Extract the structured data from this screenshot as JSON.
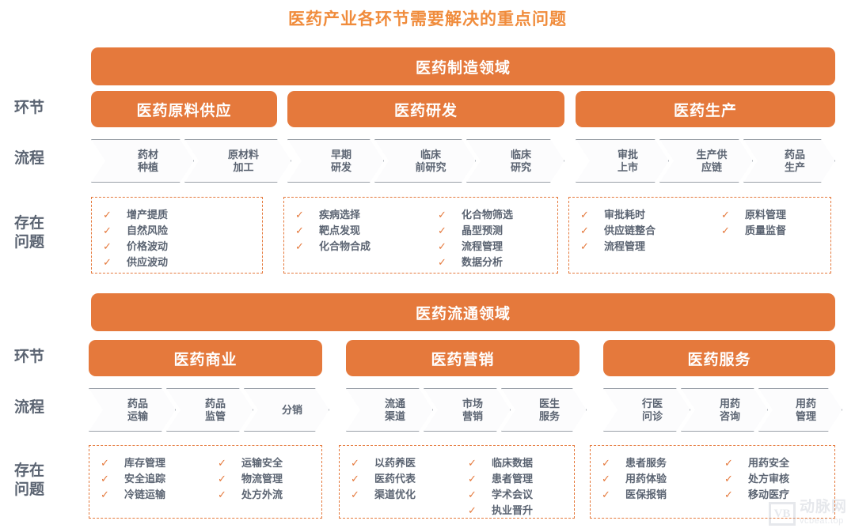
{
  "title": "医药产业各环节需要解决的重点问题",
  "colors": {
    "accent_orange": "#E5793C",
    "title_orange": "#F08C3C",
    "text_gray": "#5B6472",
    "chevron_border": "#9AA0A8"
  },
  "row_labels": {
    "stage": "环节",
    "process": "流程",
    "problem_line1": "存在",
    "problem_line2": "问题"
  },
  "sections": [
    {
      "domain": "医药制造领域",
      "categories": [
        {
          "name": "医药原料供应",
          "steps": [
            "药材\n种植",
            "原材料\n加工"
          ],
          "problem_columns": [
            [
              "增产提质",
              "自然风险",
              "价格波动",
              "供应波动"
            ]
          ]
        },
        {
          "name": "医药研发",
          "steps": [
            "早期\n研发",
            "临床\n前研究",
            "临床\n研究"
          ],
          "problem_columns": [
            [
              "疾病选择",
              "靶点发现",
              "化合物合成"
            ],
            [
              "化合物筛选",
              "晶型预测",
              "流程管理",
              "数据分析"
            ]
          ]
        },
        {
          "name": "医药生产",
          "steps": [
            "审批\n上市",
            "生产供\n应链",
            "药品\n生产"
          ],
          "problem_columns": [
            [
              "审批耗时",
              "供应链整合",
              "流程管理"
            ],
            [
              "原料管理",
              "质量监督"
            ]
          ]
        }
      ]
    },
    {
      "domain": "医药流通领域",
      "categories": [
        {
          "name": "医药商业",
          "steps": [
            "药品\n运输",
            "药品\n监管",
            "分销"
          ],
          "problem_columns": [
            [
              "库存管理",
              "安全追踪",
              "冷链运输"
            ],
            [
              "运输安全",
              "物流管理",
              "处方外流"
            ]
          ]
        },
        {
          "name": "医药营销",
          "steps": [
            "流通\n渠道",
            "市场\n营销",
            "医生\n服务"
          ],
          "problem_columns": [
            [
              "以药养医",
              "医药代表",
              "渠道优化"
            ],
            [
              "临床数据",
              "患者管理",
              "学术会议",
              "执业晋升"
            ]
          ]
        },
        {
          "name": "医药服务",
          "steps": [
            "行医\n问诊",
            "用药\n咨询",
            "用药\n管理"
          ],
          "problem_columns": [
            [
              "患者服务",
              "用药体验",
              "医保报销"
            ],
            [
              "用药安全",
              "处方审核",
              "移动医疗"
            ]
          ]
        }
      ]
    }
  ],
  "check_glyph": "✓",
  "watermark": {
    "logo": "VB",
    "name_cn": "动脉网",
    "name_en": "vcbeat.top"
  }
}
